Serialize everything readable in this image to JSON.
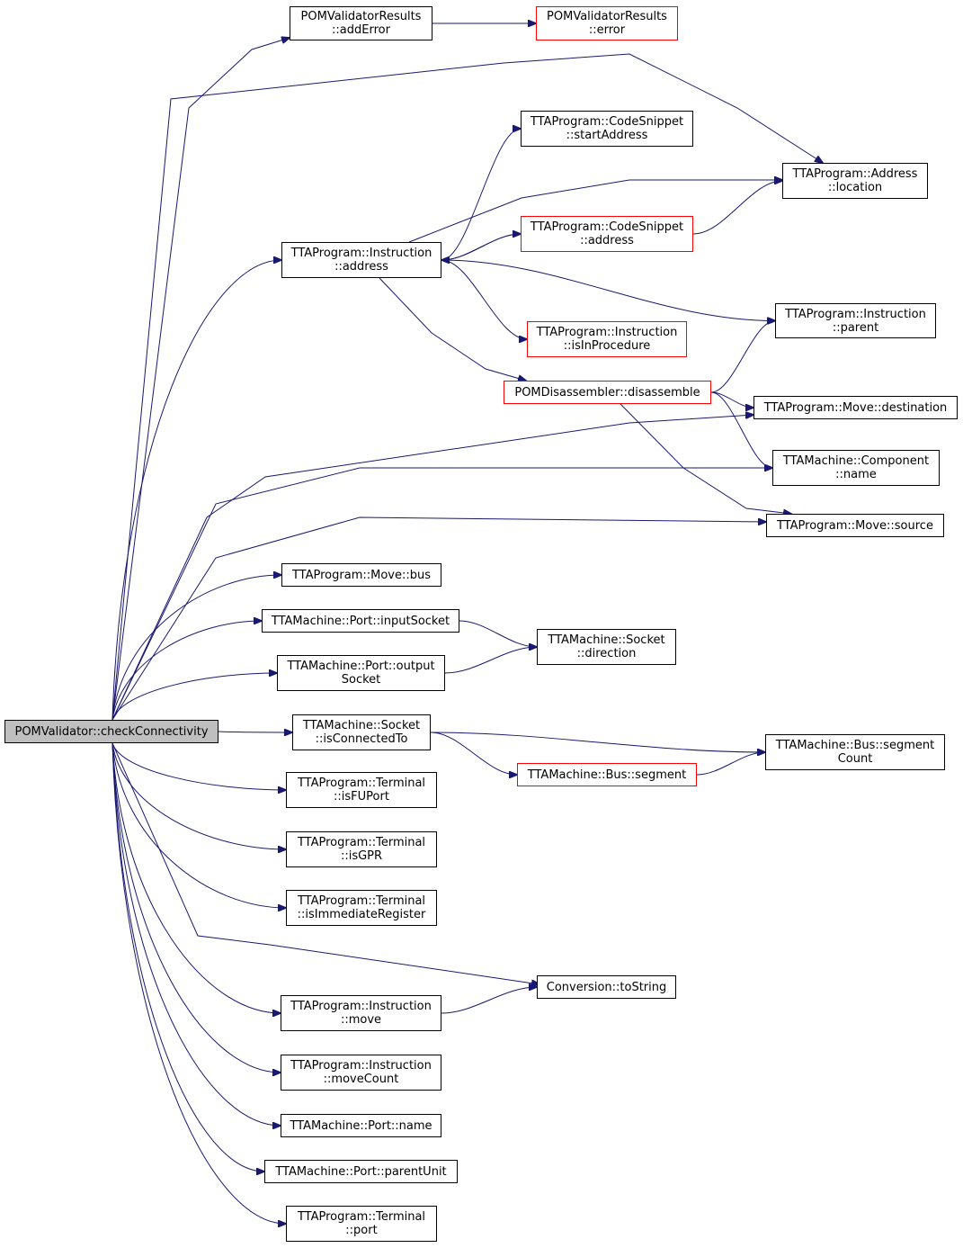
{
  "colors": {
    "edge": "#191970",
    "node_border": "#000000",
    "incomplete_node_border": "#ff0000",
    "root_fill": "#bfbfbf"
  },
  "nodes": {
    "root": {
      "lines": [
        "POMValidator::checkConnectivity"
      ],
      "style": "root"
    },
    "addError": {
      "lines": [
        "POMValidatorResults",
        "::addError"
      ],
      "style": "normal"
    },
    "error": {
      "lines": [
        "POMValidatorResults",
        "::error"
      ],
      "style": "red"
    },
    "startAddress": {
      "lines": [
        "TTAProgram::CodeSnippet",
        "::startAddress"
      ],
      "style": "normal"
    },
    "location": {
      "lines": [
        "TTAProgram::Address",
        "::location"
      ],
      "style": "normal"
    },
    "snippetAddress": {
      "lines": [
        "TTAProgram::CodeSnippet",
        "::address"
      ],
      "style": "red"
    },
    "instrAddress": {
      "lines": [
        "TTAProgram::Instruction",
        "::address"
      ],
      "style": "normal"
    },
    "instrParent": {
      "lines": [
        "TTAProgram::Instruction",
        "::parent"
      ],
      "style": "normal"
    },
    "isInProcedure": {
      "lines": [
        "TTAProgram::Instruction",
        "::isInProcedure"
      ],
      "style": "red"
    },
    "disassemble": {
      "lines": [
        "POMDisassembler::disassemble"
      ],
      "style": "red"
    },
    "destination": {
      "lines": [
        "TTAProgram::Move::destination"
      ],
      "style": "normal"
    },
    "compName": {
      "lines": [
        "TTAMachine::Component",
        "::name"
      ],
      "style": "normal"
    },
    "source": {
      "lines": [
        "TTAProgram::Move::source"
      ],
      "style": "normal"
    },
    "moveBus": {
      "lines": [
        "TTAProgram::Move::bus"
      ],
      "style": "normal"
    },
    "inputSocket": {
      "lines": [
        "TTAMachine::Port::inputSocket"
      ],
      "style": "normal"
    },
    "socketDirection": {
      "lines": [
        "TTAMachine::Socket",
        "::direction"
      ],
      "style": "normal"
    },
    "outputSocket": {
      "lines": [
        "TTAMachine::Port::output",
        "Socket"
      ],
      "style": "normal"
    },
    "isConnectedTo": {
      "lines": [
        "TTAMachine::Socket",
        "::isConnectedTo"
      ],
      "style": "normal"
    },
    "segmentCount": {
      "lines": [
        "TTAMachine::Bus::segment",
        "Count"
      ],
      "style": "normal"
    },
    "busSegment": {
      "lines": [
        "TTAMachine::Bus::segment"
      ],
      "style": "red"
    },
    "isFUPort": {
      "lines": [
        "TTAProgram::Terminal",
        "::isFUPort"
      ],
      "style": "normal"
    },
    "isGPR": {
      "lines": [
        "TTAProgram::Terminal",
        "::isGPR"
      ],
      "style": "normal"
    },
    "isImmReg": {
      "lines": [
        "TTAProgram::Terminal",
        "::isImmediateRegister"
      ],
      "style": "normal"
    },
    "toString": {
      "lines": [
        "Conversion::toString"
      ],
      "style": "normal"
    },
    "instrMove": {
      "lines": [
        "TTAProgram::Instruction",
        "::move"
      ],
      "style": "normal"
    },
    "moveCount": {
      "lines": [
        "TTAProgram::Instruction",
        "::moveCount"
      ],
      "style": "normal"
    },
    "portName": {
      "lines": [
        "TTAMachine::Port::name"
      ],
      "style": "normal"
    },
    "parentUnit": {
      "lines": [
        "TTAMachine::Port::parentUnit"
      ],
      "style": "normal"
    },
    "termPort": {
      "lines": [
        "TTAProgram::Terminal",
        "::port"
      ],
      "style": "normal"
    }
  },
  "edges": [
    [
      "root",
      "addError"
    ],
    [
      "addError",
      "error"
    ],
    [
      "root",
      "location"
    ],
    [
      "root",
      "instrAddress"
    ],
    [
      "instrAddress",
      "startAddress"
    ],
    [
      "instrAddress",
      "location"
    ],
    [
      "instrAddress",
      "snippetAddress"
    ],
    [
      "snippetAddress",
      "instrAddress"
    ],
    [
      "snippetAddress",
      "location"
    ],
    [
      "instrAddress",
      "instrParent"
    ],
    [
      "instrAddress",
      "isInProcedure"
    ],
    [
      "instrAddress",
      "disassemble"
    ],
    [
      "disassemble",
      "instrParent"
    ],
    [
      "disassemble",
      "destination"
    ],
    [
      "disassemble",
      "compName"
    ],
    [
      "disassemble",
      "source"
    ],
    [
      "root",
      "destination"
    ],
    [
      "root",
      "compName"
    ],
    [
      "root",
      "source"
    ],
    [
      "root",
      "moveBus"
    ],
    [
      "root",
      "inputSocket"
    ],
    [
      "inputSocket",
      "socketDirection"
    ],
    [
      "root",
      "outputSocket"
    ],
    [
      "outputSocket",
      "socketDirection"
    ],
    [
      "root",
      "isConnectedTo"
    ],
    [
      "isConnectedTo",
      "segmentCount"
    ],
    [
      "isConnectedTo",
      "busSegment"
    ],
    [
      "busSegment",
      "segmentCount"
    ],
    [
      "root",
      "isFUPort"
    ],
    [
      "root",
      "isGPR"
    ],
    [
      "root",
      "isImmReg"
    ],
    [
      "root",
      "toString"
    ],
    [
      "root",
      "instrMove"
    ],
    [
      "instrMove",
      "toString"
    ],
    [
      "root",
      "moveCount"
    ],
    [
      "root",
      "portName"
    ],
    [
      "root",
      "parentUnit"
    ],
    [
      "root",
      "termPort"
    ]
  ]
}
